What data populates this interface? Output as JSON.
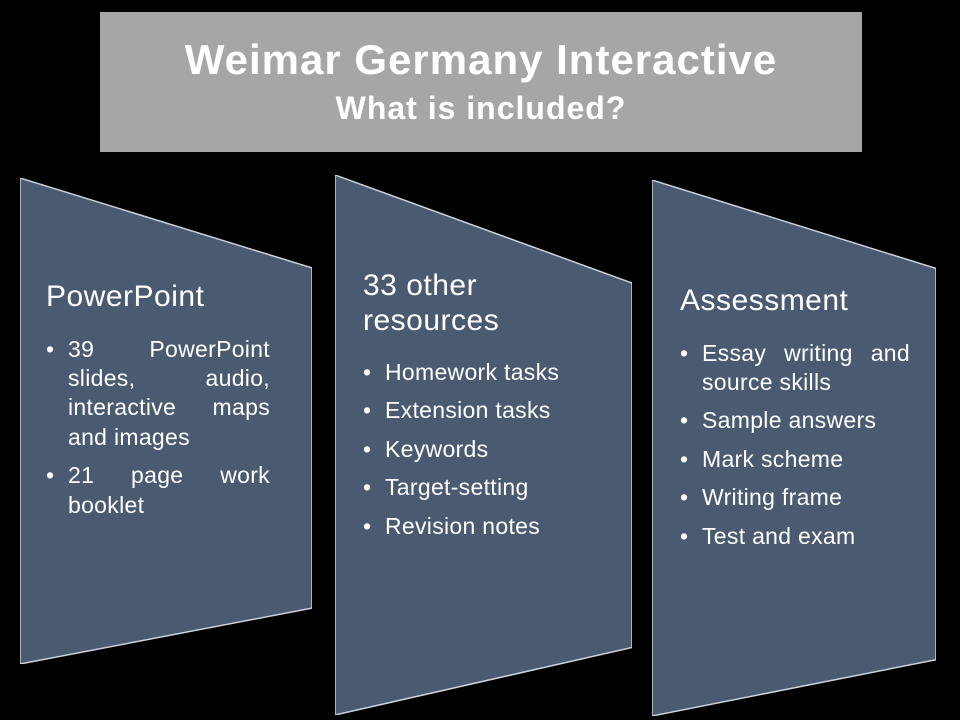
{
  "slide": {
    "title": "Weimar Germany Interactive",
    "subtitle": "What is included?"
  },
  "columns": [
    {
      "heading": "PowerPoint",
      "bullets": [
        "39 PowerPoint slides, audio, interactive maps and images",
        "21 page work booklet"
      ]
    },
    {
      "heading": "33 other resources",
      "bullets": [
        "Homework tasks",
        "Extension tasks",
        "Keywords",
        "Target-setting",
        "Revision notes"
      ]
    },
    {
      "heading": "Assessment",
      "bullets": [
        "Essay writing and source skills",
        "Sample answers",
        "Mark scheme",
        "Writing frame",
        "Test and exam"
      ]
    }
  ],
  "colors": {
    "background": "#000000",
    "title_box": "#a6a6a6",
    "title_text": "#ffffff",
    "shape_fill": "#4a5a70",
    "shape_border": "#ccd2da",
    "body_text": "#ffffff"
  }
}
